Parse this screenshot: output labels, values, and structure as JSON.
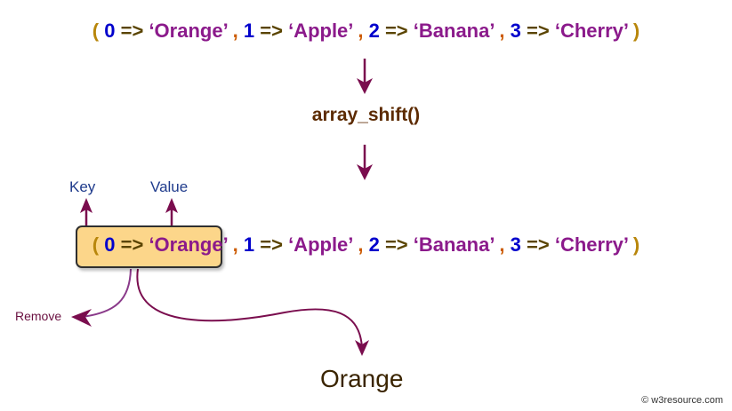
{
  "top_array": {
    "open": "(",
    "close": ")",
    "items": [
      {
        "key": "0",
        "op": "=>",
        "value": "‘Orange’",
        "sep": ""
      },
      {
        "key": "1",
        "op": "=>",
        "value": "‘Apple’",
        "sep": " ,"
      },
      {
        "key": "2",
        "op": "=>",
        "value": "‘Banana’",
        "sep": " ,"
      },
      {
        "key": "3",
        "op": "=>",
        "value": "‘Cherry’",
        "sep": " ,"
      }
    ]
  },
  "function_name": "array_shift()",
  "labels": {
    "key": "Key",
    "value": "Value",
    "remove": "Remove"
  },
  "bottom_array": {
    "open": "(",
    "close": ")",
    "items": [
      {
        "key": "0",
        "op": "=>",
        "value": "‘Orange’",
        "sep": ""
      },
      {
        "key": "1",
        "op": "=>",
        "value": "‘Apple’",
        "sep": ","
      },
      {
        "key": "2",
        "op": "=>",
        "value": "‘Banana’",
        "sep": " ,"
      },
      {
        "key": "3",
        "op": "=>",
        "value": "‘Cherry’",
        "sep": " ,"
      }
    ]
  },
  "result": "Orange",
  "footer": "© w3resource.com",
  "colors": {
    "arrow": "#7a0d4e",
    "highlight": "#fcd68a",
    "key": "#0000cc",
    "value": "#8b1a8b"
  }
}
